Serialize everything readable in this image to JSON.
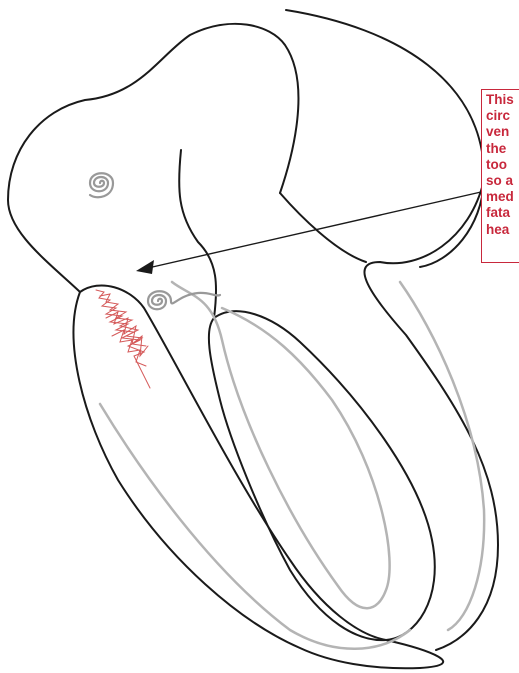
{
  "callout": {
    "lines": [
      "This",
      "circ",
      "ven",
      "the",
      "too",
      "so a",
      "med",
      "fata",
      "hea"
    ]
  },
  "colors": {
    "outline": "#1a1a1a",
    "inner_conduction": "#b4b4b4",
    "callout_text": "#c8283c",
    "callout_border": "#c8283c",
    "fibrillation_focus": "#d04848",
    "arrow": "#1a1a1a"
  },
  "icons": {
    "atrial_spirals": [
      "sa-node-spiral-icon",
      "av-node-spiral-icon"
    ],
    "fibrillation": "fibrillation-scribble-icon",
    "arrow": "arrowhead-icon"
  }
}
